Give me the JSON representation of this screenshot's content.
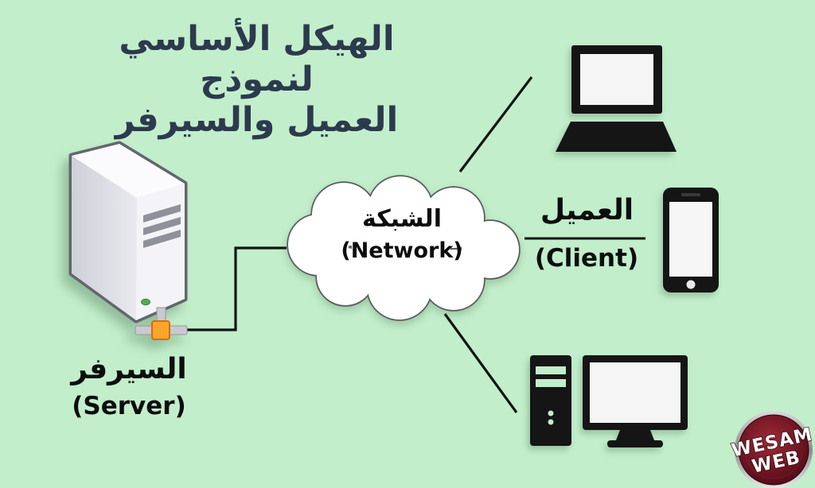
{
  "title": {
    "line1": "الهيكل الأساسي لنموذج",
    "line2": "العميل والسيرفر"
  },
  "cloud": {
    "label_ar": "الشبكة",
    "label_en": "(Network)"
  },
  "server": {
    "label_ar": "السيرفر",
    "label_en": "(Server)"
  },
  "client": {
    "label_ar": "العميل",
    "label_en": "(Client)"
  },
  "logo": {
    "line1": "WESAM",
    "line2": "WEB"
  },
  "icons": {
    "server": "server-tower-icon",
    "network": "network-cloud",
    "laptop": "laptop-icon",
    "smartphone": "smartphone-icon",
    "desktop": "desktop-computer-icon",
    "logo": "wesamweb-badge"
  },
  "colors": {
    "background": "#c2eecb",
    "title_text": "#2c3a4d",
    "label_text": "#0d0d0d",
    "cloud_fill": "#ffffff",
    "cloud_outline": "#5b5e5b",
    "connection_line": "#0e150e",
    "device_black": "#151515",
    "screen_white": "#f5f5f5",
    "server_body": "#e6e6ec",
    "connector_orange": "#f9a62a",
    "led_green": "#4fae52",
    "logo_red": "#6e1522",
    "logo_text": "#ffffff"
  }
}
